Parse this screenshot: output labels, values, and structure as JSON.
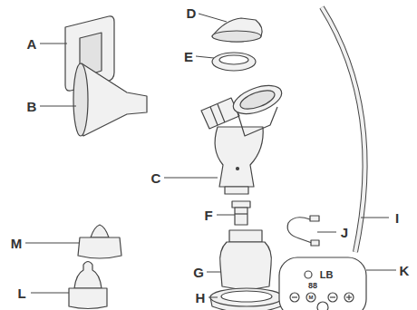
{
  "diagram": {
    "labels": [
      "A",
      "B",
      "C",
      "D",
      "E",
      "F",
      "G",
      "H",
      "I",
      "J",
      "K",
      "L",
      "M",
      "LB",
      "88",
      "M"
    ]
  }
}
